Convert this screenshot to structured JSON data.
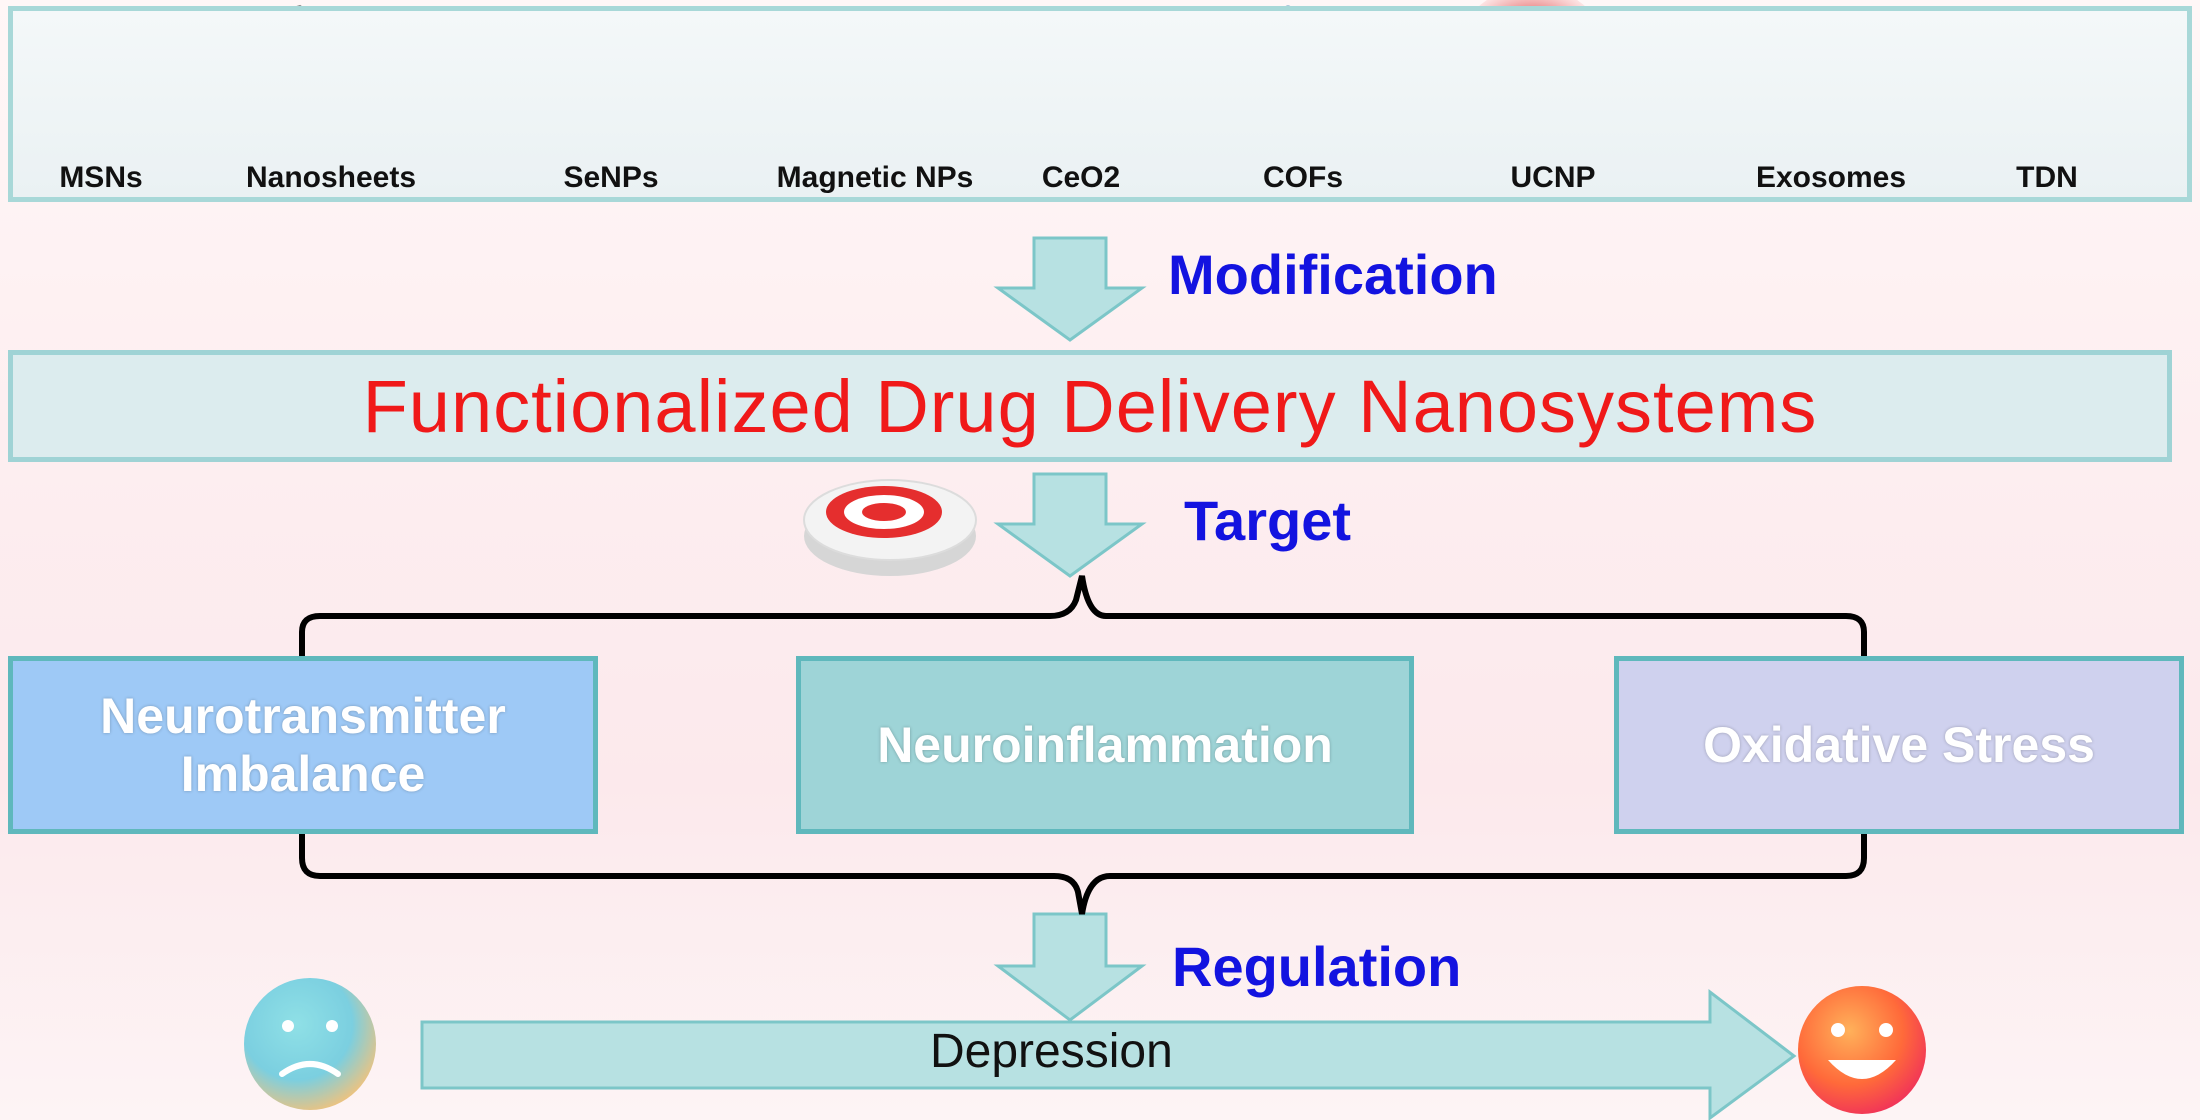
{
  "materials": [
    {
      "label": "MSNs",
      "icon": "mesoporous-silica-spheres"
    },
    {
      "label": "Nanosheets",
      "icon": "nanosheet-lattice"
    },
    {
      "label": "SeNPs",
      "icon": "selenium-nanoparticle-sphere"
    },
    {
      "label": "Magnetic NPs",
      "icon": "magnetic-nanoparticle-network"
    },
    {
      "label": "CeO2",
      "icon": "ceria-green-sphere"
    },
    {
      "label": "COFs",
      "icon": "covalent-organic-framework-particle"
    },
    {
      "label": "UCNP",
      "icon": "upconversion-nanoparticle-red-glow"
    },
    {
      "label": "Exosomes",
      "icon": "blue-exosome-spheres"
    },
    {
      "label": "TDN",
      "icon": "tetrahedral-dna-nanostructure"
    }
  ],
  "steps": {
    "modification": "Modification",
    "target": "Target",
    "regulation": "Regulation"
  },
  "title": "Functionalized Drug Delivery Nanosystems",
  "mechanisms": {
    "neurotransmitter": "Neurotransmitter Imbalance",
    "neuroinflammation": "Neuroinflammation",
    "oxidative_stress": "Oxidative Stress"
  },
  "outcome": {
    "label": "Depression",
    "start_icon": "sad-face-icon",
    "end_icon": "happy-face-icon"
  },
  "colors": {
    "title_red": "#f01919",
    "step_blue": "#1313e0",
    "arrow_teal": "#b7e1e2",
    "arrow_border": "#7cc6c8",
    "neurotransmitter_box": "#9ec9f6",
    "neuroinflammation_box": "#9ed4d7",
    "oxidative_box": "#cfd1ee"
  }
}
